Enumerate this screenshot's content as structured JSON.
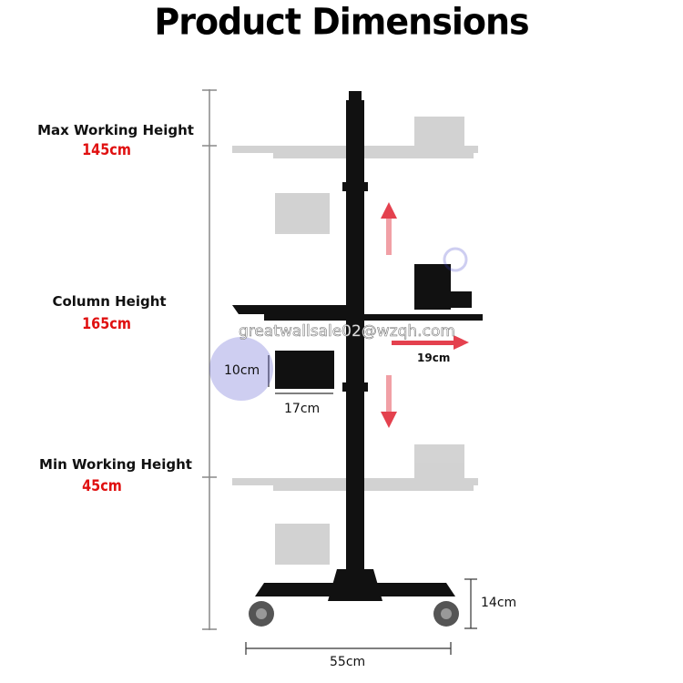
{
  "title": "Product Dimensions",
  "labels": [
    {
      "name": "Max Working Height",
      "value": "145cm"
    },
    {
      "name": "Column Height",
      "value": "165cm"
    },
    {
      "name": "Min Working Height",
      "value": "45cm"
    }
  ],
  "dimensions": {
    "box_height": "10cm",
    "box_width": "17cm",
    "arm_extension": "19cm",
    "base_height": "14cm",
    "base_width": "55cm"
  },
  "watermark": "greatwallsale02@wzqh.com",
  "colors": {
    "accent": "#e01010",
    "watermark_logo": "#3a3ac8"
  }
}
